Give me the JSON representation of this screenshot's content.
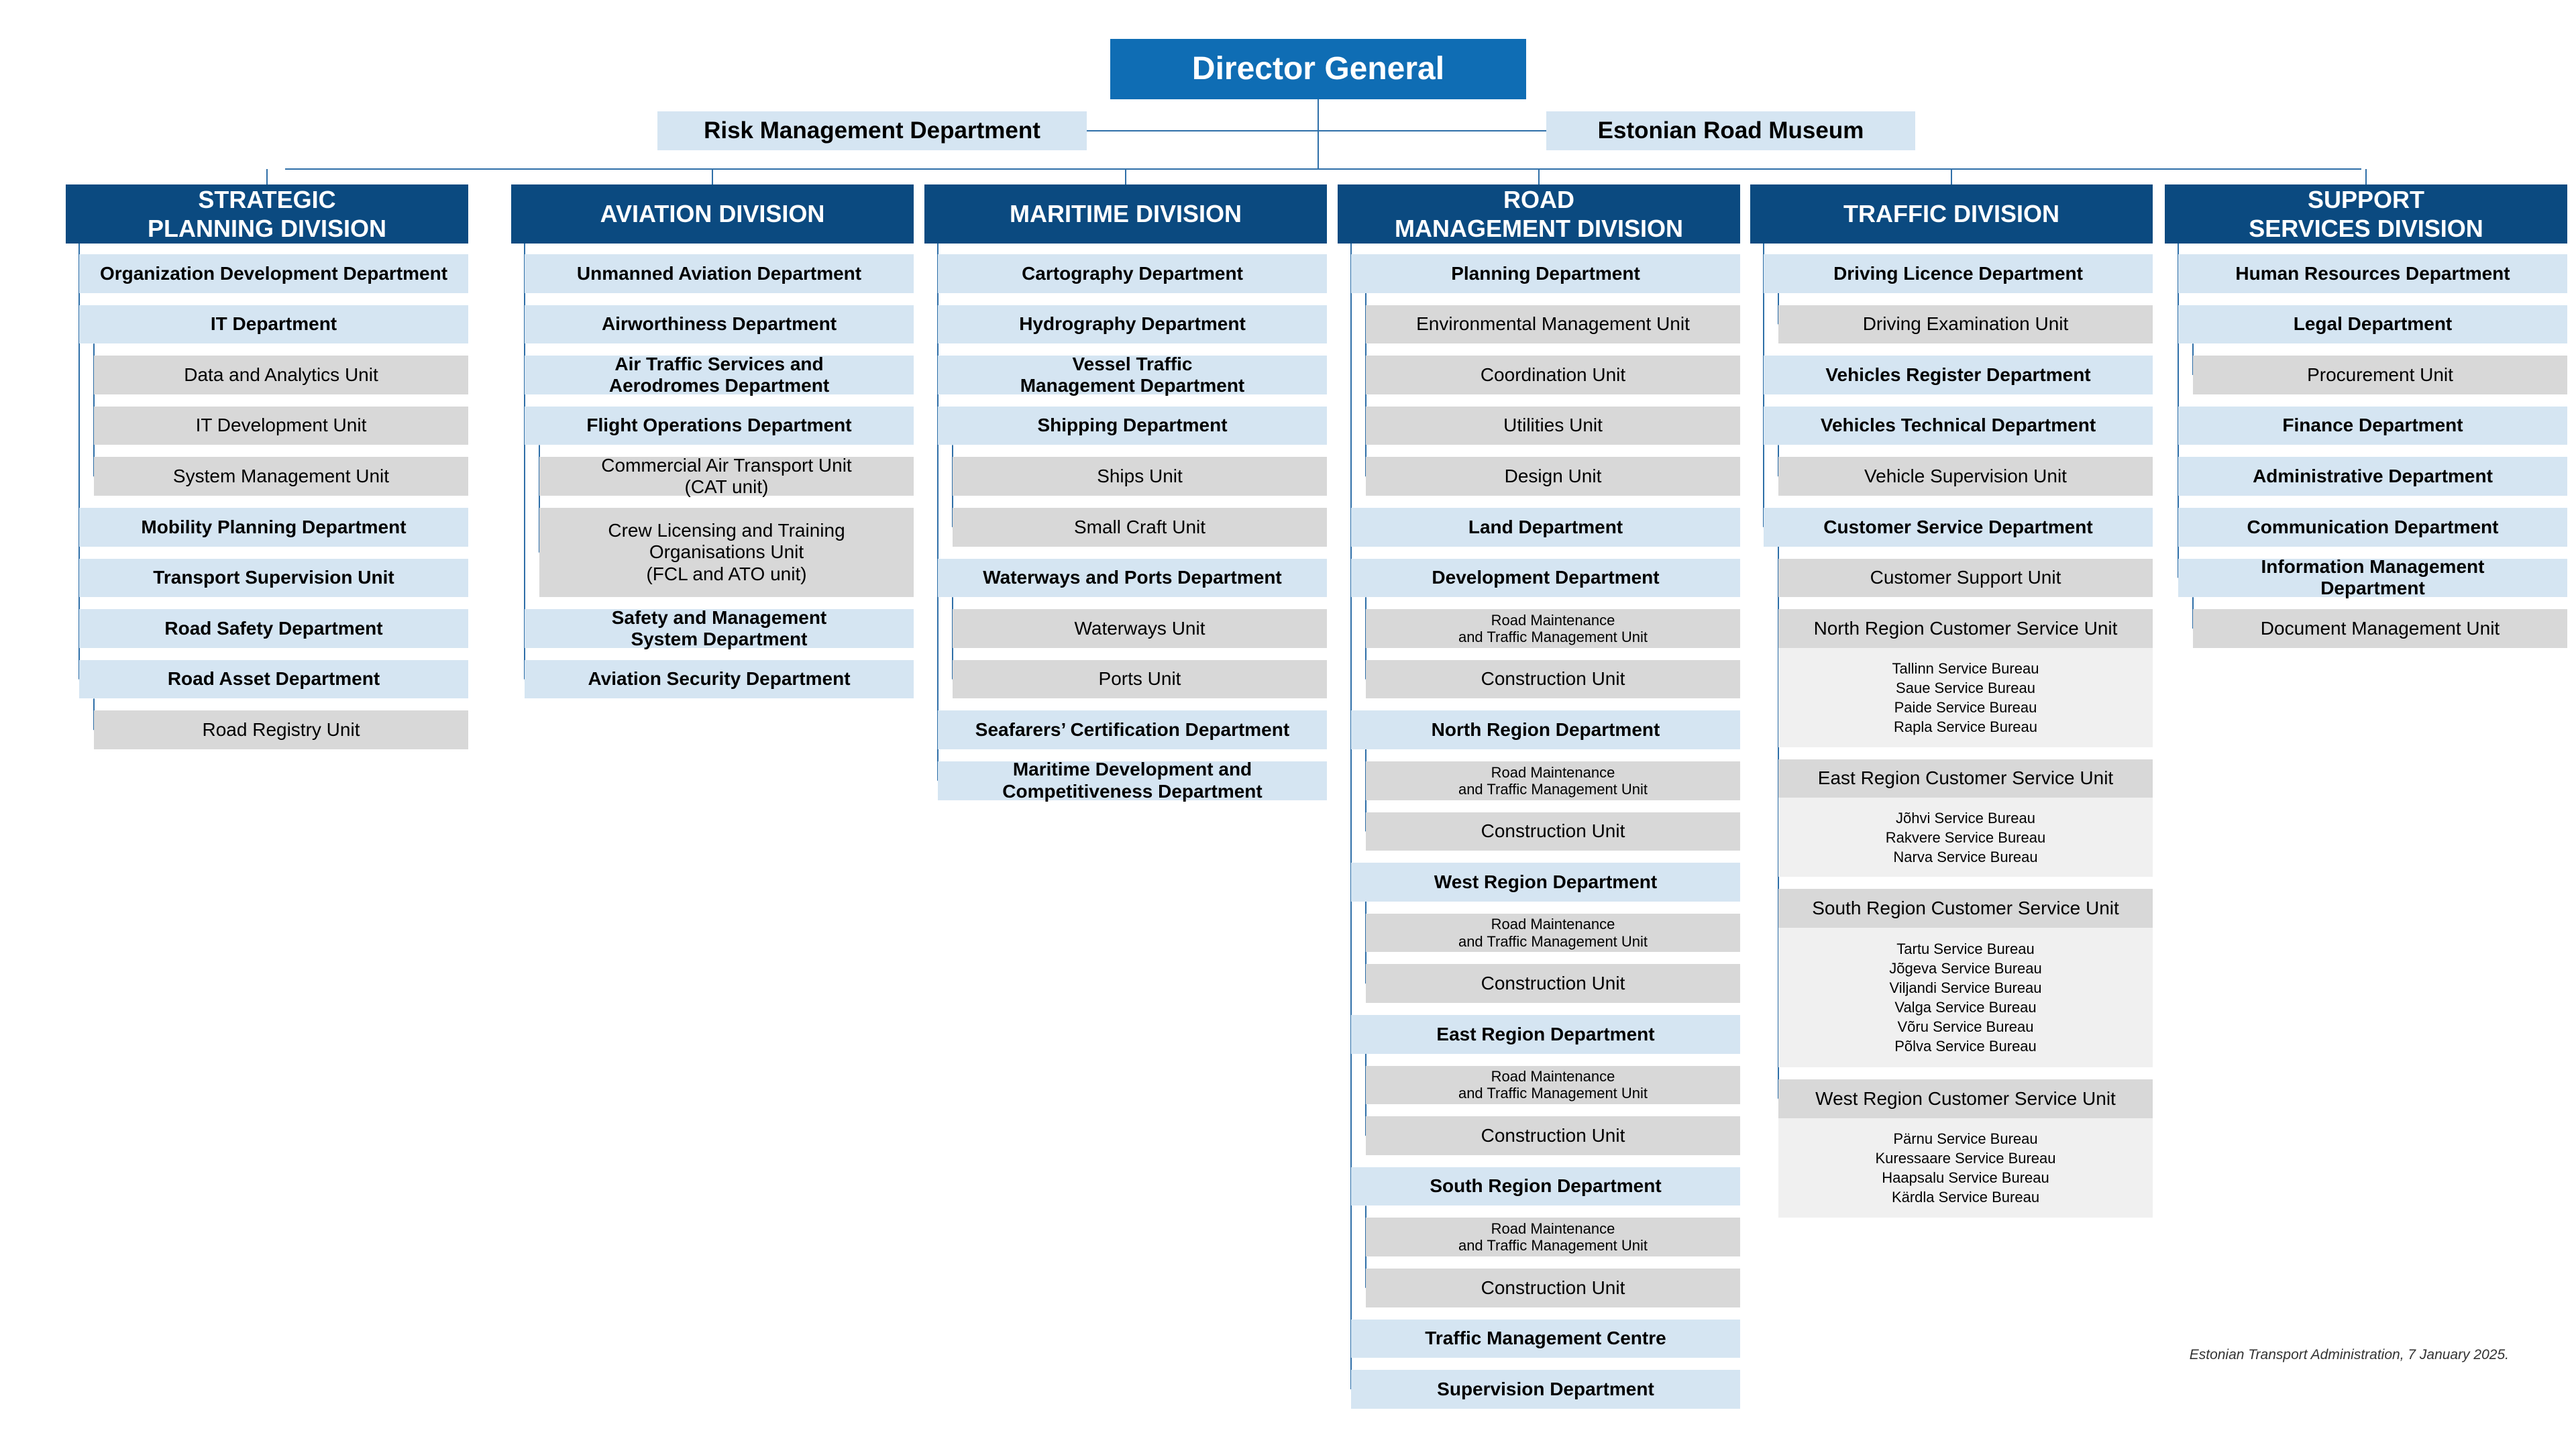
{
  "title": "Director General",
  "top_units": [
    "Risk Management Department",
    "Estonian Road Museum"
  ],
  "divisions": [
    {
      "name": "STRATEGIC\nPLANNING DIVISION",
      "items": [
        {
          "label": "Organization Development Department"
        },
        {
          "label": "IT Department",
          "units": [
            "Data and Analytics Unit",
            "IT Development Unit",
            "System Management Unit"
          ]
        },
        {
          "label": "Mobility Planning Department"
        },
        {
          "label": "Transport Supervision Unit"
        },
        {
          "label": "Road Safety Department"
        },
        {
          "label": "Road Asset Department",
          "units": [
            "Road Registry Unit"
          ]
        }
      ]
    },
    {
      "name": "AVIATION DIVISION",
      "items": [
        {
          "label": "Unmanned Aviation Department"
        },
        {
          "label": "Airworthiness Department"
        },
        {
          "label": "Air Traffic Services and\nAerodromes Department"
        },
        {
          "label": "Flight Operations Department",
          "units": [
            "Commercial Air Transport Unit\n(CAT unit)",
            "Crew Licensing and Training\nOrganisations Unit\n(FCL and ATO unit)"
          ]
        },
        {
          "label": "Safety and Management\nSystem Department"
        },
        {
          "label": "Aviation Security Department"
        }
      ]
    },
    {
      "name": "MARITIME DIVISION",
      "items": [
        {
          "label": "Cartography Department"
        },
        {
          "label": "Hydrography Department"
        },
        {
          "label": "Vessel Traffic\nManagement Department"
        },
        {
          "label": "Shipping Department",
          "units": [
            "Ships Unit",
            "Small Craft Unit"
          ]
        },
        {
          "label": "Waterways and Ports Department",
          "units": [
            "Waterways Unit",
            "Ports Unit"
          ]
        },
        {
          "label": "Seafarers’ Certification Department"
        },
        {
          "label": "Maritime Development and\nCompetitiveness Department"
        }
      ]
    },
    {
      "name": "ROAD\nMANAGEMENT DIVISION",
      "items": [
        {
          "label": "Planning Department",
          "units": [
            "Environmental Management Unit",
            "Coordination Unit",
            "Utilities Unit",
            "Design Unit"
          ]
        },
        {
          "label": "Land Department"
        },
        {
          "label": "Development Department",
          "units": [
            "Road Maintenance\nand Traffic Management Unit",
            "Construction Unit"
          ]
        },
        {
          "label": "North Region Department",
          "units": [
            "Road Maintenance\nand Traffic Management Unit",
            "Construction Unit"
          ]
        },
        {
          "label": "West Region Department",
          "units": [
            "Road Maintenance\nand Traffic Management Unit",
            "Construction Unit"
          ]
        },
        {
          "label": "East Region Department",
          "units": [
            "Road Maintenance\nand Traffic Management Unit",
            "Construction Unit"
          ]
        },
        {
          "label": "South Region Department",
          "units": [
            "Road Maintenance\nand Traffic Management Unit",
            "Construction Unit"
          ]
        },
        {
          "label": "Traffic Management Centre"
        },
        {
          "label": "Supervision Department"
        }
      ]
    },
    {
      "name": "TRAFFIC DIVISION",
      "items": [
        {
          "label": "Driving Licence Department",
          "units": [
            "Driving Examination Unit"
          ]
        },
        {
          "label": "Vehicles Register Department"
        },
        {
          "label": "Vehicles Technical Department",
          "units": [
            "Vehicle Supervision Unit"
          ]
        },
        {
          "label": "Customer Service Department",
          "units": [
            "Customer Support Unit",
            "North Region Customer Service Unit",
            "East Region Customer Service Unit",
            "South Region Customer Service Unit",
            "West Region Customer Service Unit"
          ]
        }
      ],
      "bureaus": [
        {
          "unit": "North Region Customer Service Unit",
          "items": [
            "Tallinn Service Bureau",
            "Saue Service Bureau",
            "Paide Service Bureau",
            "Rapla Service Bureau"
          ]
        },
        {
          "unit": "East Region Customer Service Unit",
          "items": [
            "Jõhvi Service Bureau",
            "Rakvere Service Bureau",
            "Narva Service Bureau"
          ]
        },
        {
          "unit": "South Region Customer Service Unit",
          "items": [
            "Tartu Service Bureau",
            "Jõgeva Service Bureau",
            "Viljandi Service Bureau",
            "Valga Service Bureau",
            "Võru Service Bureau",
            "Põlva Service Bureau"
          ]
        },
        {
          "unit": "West Region Customer Service Unit",
          "items": [
            "Pärnu Service Bureau",
            "Kuressaare Service Bureau",
            "Haapsalu Service Bureau",
            "Kärdla Service Bureau"
          ]
        }
      ]
    },
    {
      "name": "SUPPORT\nSERVICES DIVISION",
      "items": [
        {
          "label": "Human Resources Department"
        },
        {
          "label": "Legal Department",
          "units": [
            "Procurement Unit"
          ]
        },
        {
          "label": "Finance Department"
        },
        {
          "label": "Administrative Department"
        },
        {
          "label": "Communication Department"
        },
        {
          "label": "Information Management\nDepartment",
          "units": [
            "Document Management Unit"
          ]
        }
      ]
    }
  ],
  "footnote": "Estonian Transport Administration, 7 January 2025.",
  "colors": {
    "director": "#0f6db4",
    "division": "#0b4a80",
    "department": "#d5e5f2",
    "unit": "#d8d8d8",
    "bureau": "#f0f0f0",
    "connector": "#2f6fa8"
  }
}
